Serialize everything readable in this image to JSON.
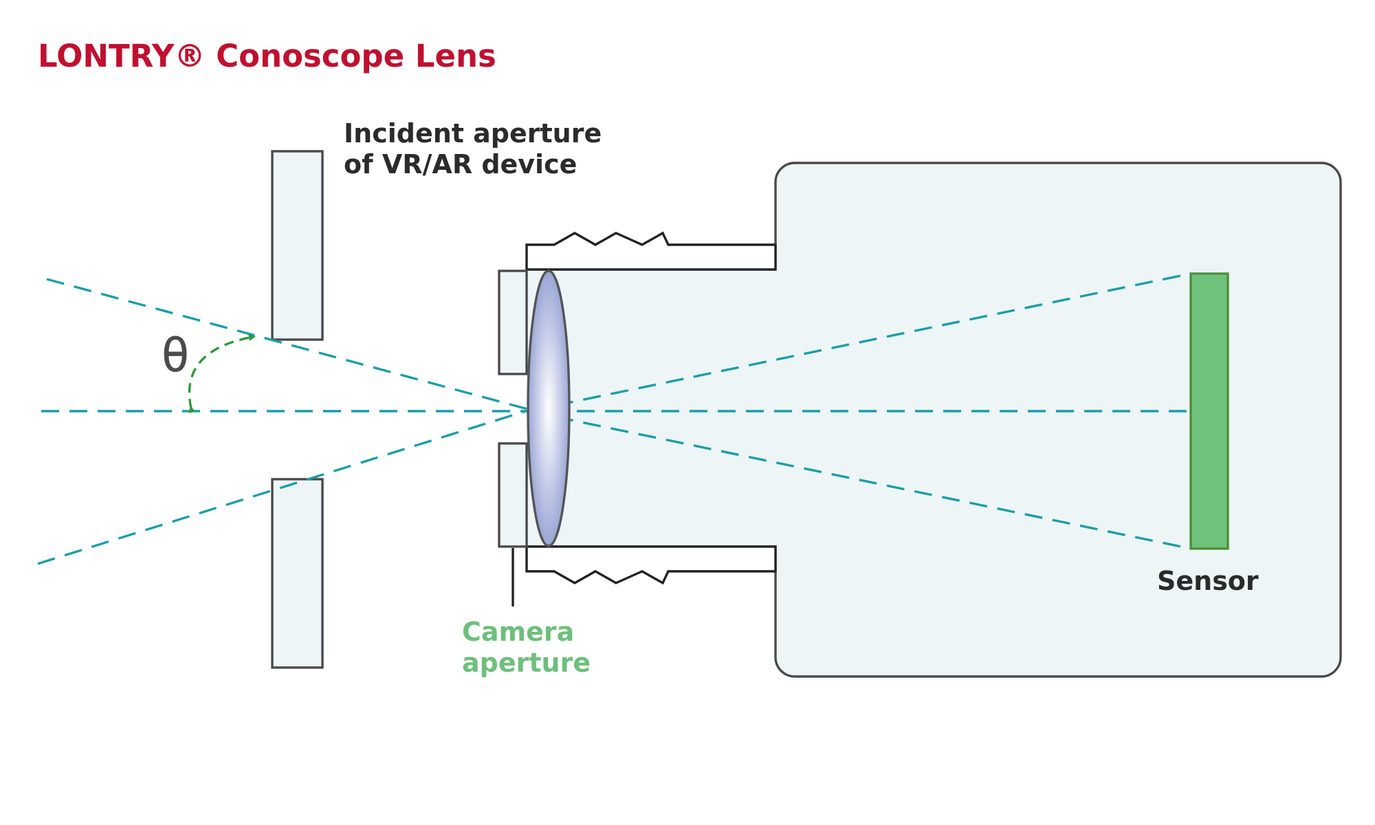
{
  "title": "LONTRY® Conoscope Lens",
  "labels": {
    "incident_aperture_line1": "Incident aperture",
    "incident_aperture_line2": "of VR/AR device",
    "camera_aperture_line1": "Camera",
    "camera_aperture_line2": "aperture",
    "sensor": "Sensor",
    "angle_symbol": "θ"
  },
  "colors": {
    "title": "#c0102f",
    "label_dark": "#2b2b2b",
    "label_green": "#6fbf7c",
    "ray": "#1a9ea8",
    "angle_arrow": "#2e9a3c",
    "housing_fill": "#edf5f6",
    "outline": "#4a4a4a",
    "sensor_fill": "#6fc27b",
    "sensor_stroke": "#4e8f3c",
    "lens_edge": "#9aa6d6",
    "lens_center": "#ffffff"
  }
}
